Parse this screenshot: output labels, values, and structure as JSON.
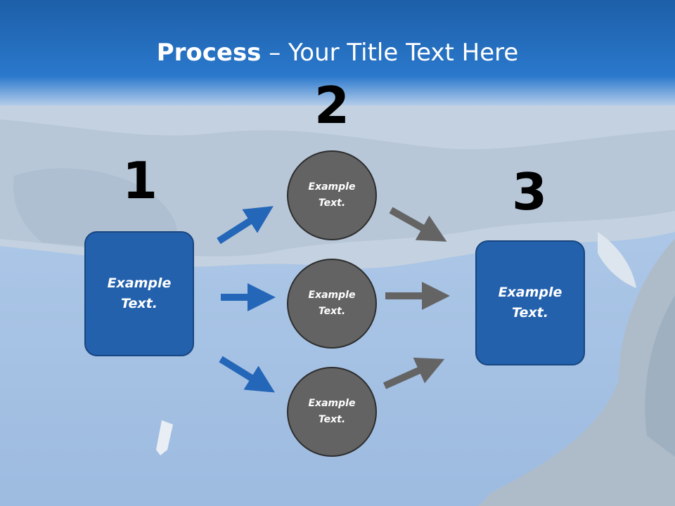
{
  "slide": {
    "title_bold": "Process",
    "title_rest": " – Your Title Text Here"
  },
  "steps": {
    "one": "1",
    "two": "2",
    "three": "3"
  },
  "left_box": {
    "text": "Example Text."
  },
  "right_box": {
    "text": "Example Text."
  },
  "circles": [
    {
      "text": "Example Text."
    },
    {
      "text": "Example Text."
    },
    {
      "text": "Example Text."
    }
  ],
  "colors": {
    "box_fill": "#2361ad",
    "circle_fill": "#636363",
    "blue_arrow": "#2466b8",
    "gray_arrow": "#646464"
  }
}
